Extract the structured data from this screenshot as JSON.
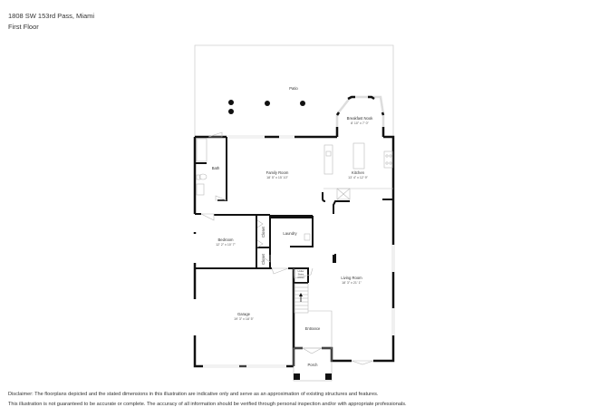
{
  "header": {
    "title": "1808 SW 153rd Pass, Miami",
    "subtitle": "First Floor"
  },
  "floorplan": {
    "rooms": [
      {
        "name": "Patio",
        "dims": ""
      },
      {
        "name": "Breakfast Nook",
        "dims": "8' 10\" x 7' 0\""
      },
      {
        "name": "Family Room",
        "dims": "18' 5\" x 15' 10\""
      },
      {
        "name": "Kitchen",
        "dims": "13' 4\" x 12' 9\""
      },
      {
        "name": "Bath",
        "dims": ""
      },
      {
        "name": "Bedroom",
        "dims": "12' 2\" x 10' 7\""
      },
      {
        "name": "Closet",
        "dims": ""
      },
      {
        "name": "Laundry",
        "dims": ""
      },
      {
        "name": "Closet",
        "dims": ""
      },
      {
        "name": "Living Room",
        "dims": "18' 3\" x 21' 1\""
      },
      {
        "name": "Garage",
        "dims": "19' 3\" x 18' 5\""
      },
      {
        "name": "Entrance",
        "dims": ""
      },
      {
        "name": "Porch",
        "dims": ""
      }
    ],
    "under_stairs": [
      "Under",
      "Stairs",
      "Closet"
    ]
  },
  "disclaimer": {
    "line1": "Disclaimer: The floorplans depicted and the stated dimensions in this illustration are indicative only and serve as an approximation of existing structures and features.",
    "line2": "This illustration is not guaranteed to be accurate or complete. The accuracy of all information should be verified through personal inspection and/or with appropriate professionals."
  },
  "colors": {
    "wall": "#111111",
    "thin_line": "#bbbbbb",
    "background": "#ffffff"
  }
}
